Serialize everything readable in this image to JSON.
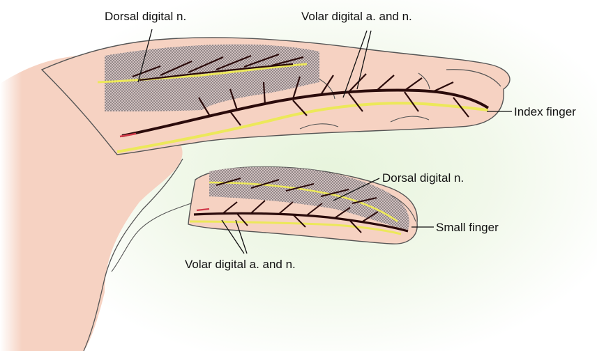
{
  "labels": {
    "dorsal_index": "Dorsal digital n.",
    "volar_index": "Volar digital a. and n.",
    "index_finger": "Index finger",
    "dorsal_small": "Dorsal digital n.",
    "small_finger": "Small finger",
    "volar_small": "Volar digital a. and n."
  },
  "colors": {
    "skin": "#f6d2c2",
    "outline": "#555555",
    "artery": "#2b0b0b",
    "nerve": "#ece85a",
    "background_tint": "#e7f4dc"
  }
}
